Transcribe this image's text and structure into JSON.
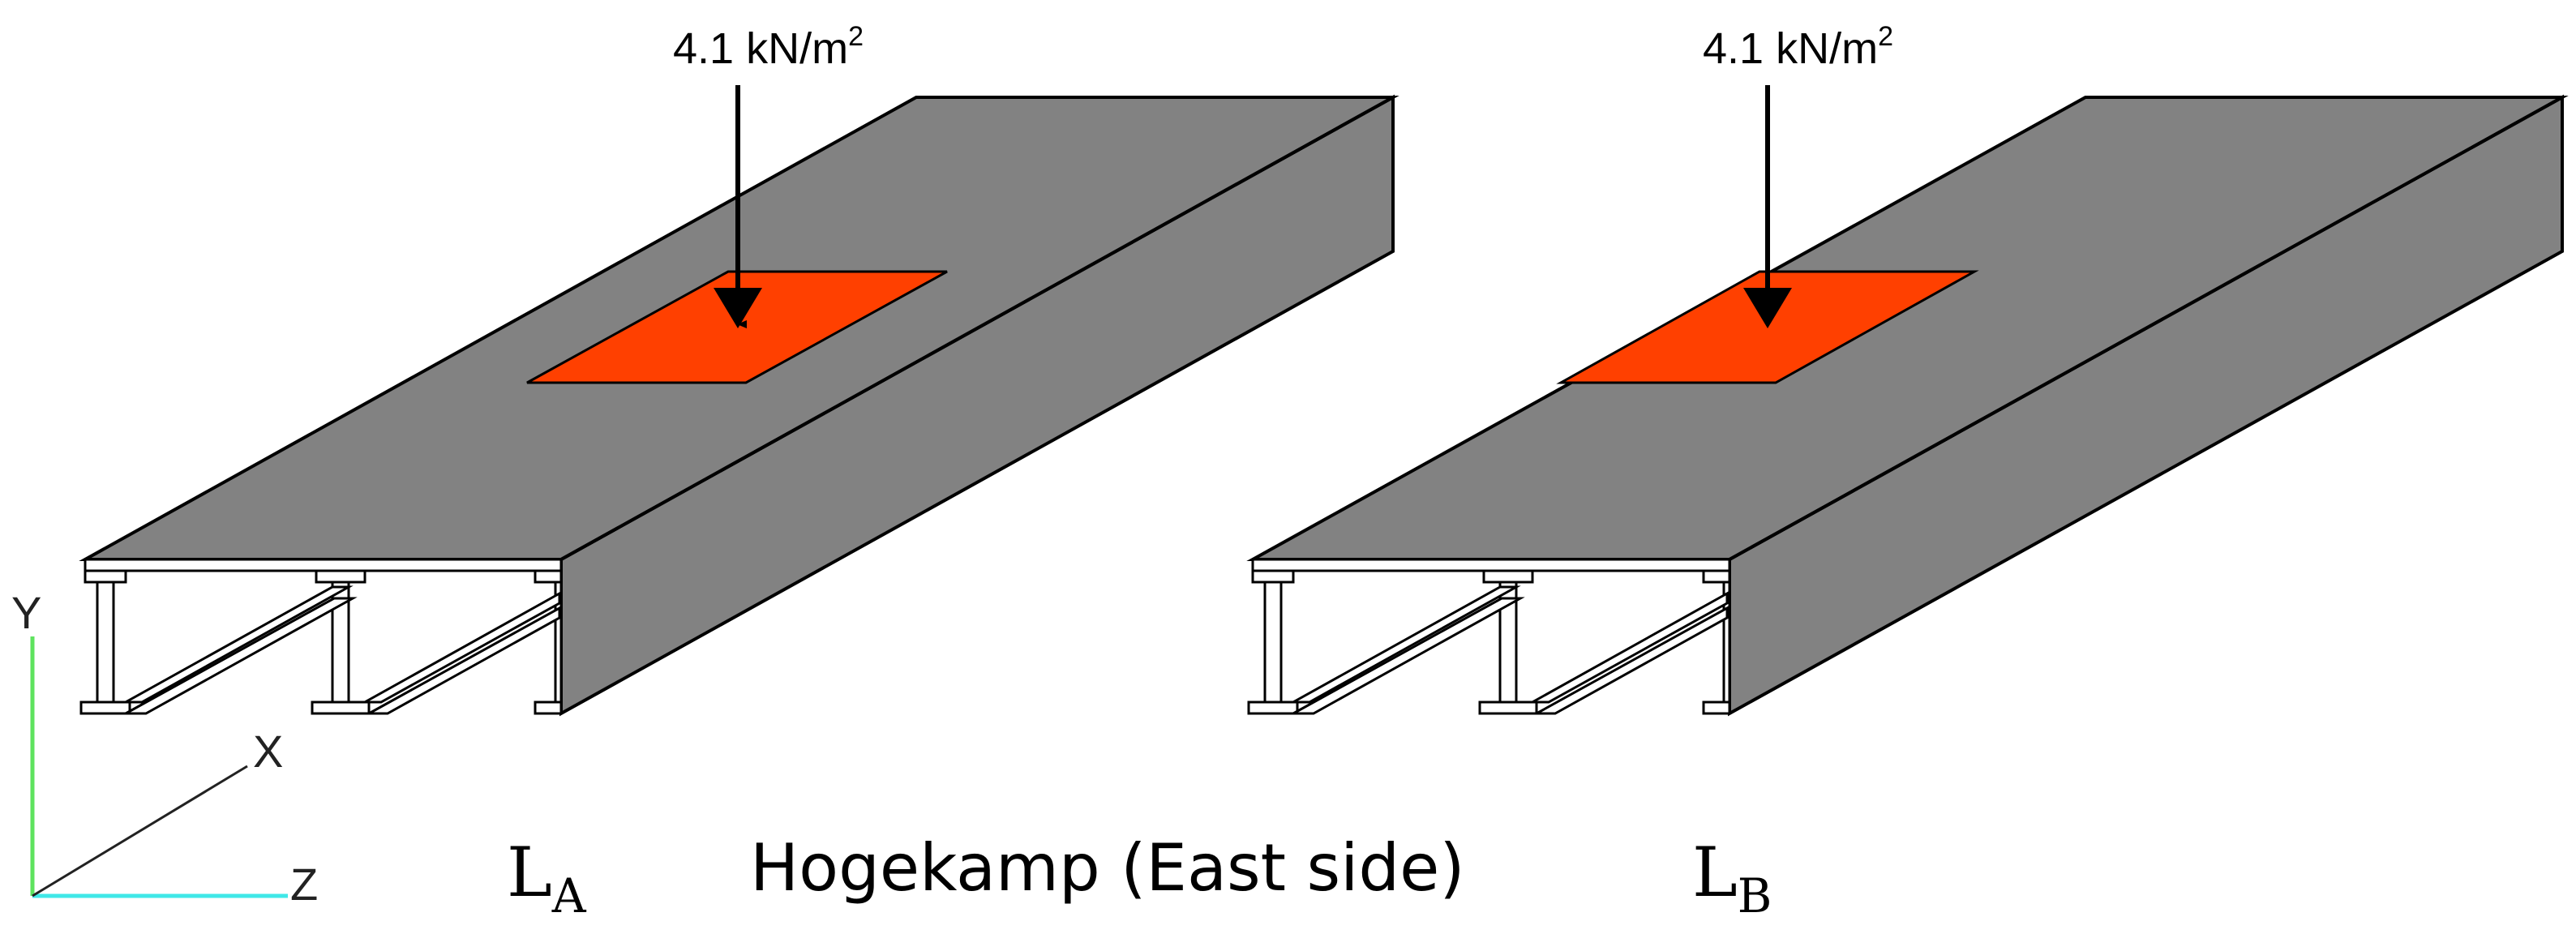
{
  "caption": "Hogekamp (East side)",
  "axes": {
    "y": "Y",
    "x": "X",
    "z": "Z"
  },
  "colors": {
    "deck": "#828282",
    "load_patch": "#ff4000",
    "outline": "#000000",
    "axis_y": "#5ee35e",
    "axis_z": "#3fe8e8"
  },
  "models": [
    {
      "id": "A",
      "load_value": "4.1 kN/m",
      "load_exponent": "2",
      "label_main": "L",
      "label_sub": "A",
      "load_patch_position": "center of deck"
    },
    {
      "id": "B",
      "load_value": "4.1 kN/m",
      "load_exponent": "2",
      "label_main": "L",
      "label_sub": "B",
      "load_patch_position": "left edge of deck"
    }
  ]
}
